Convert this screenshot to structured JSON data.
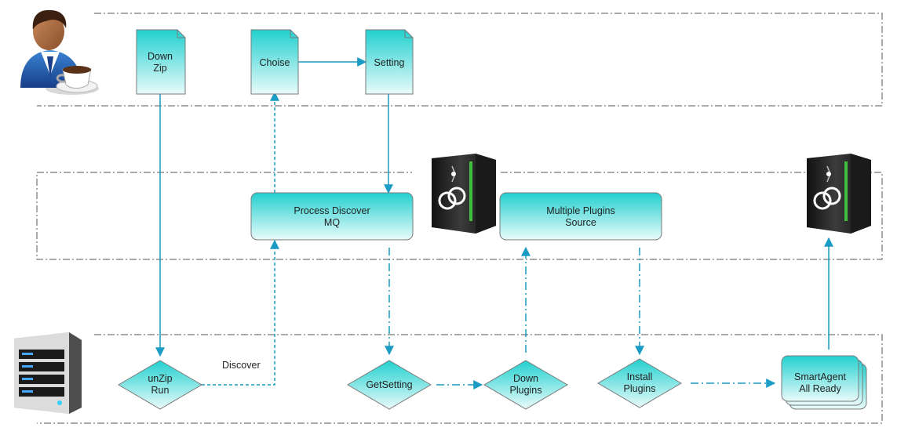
{
  "colors": {
    "accent": "#1a9cc4",
    "shape_top": "#22d0cf",
    "shape_bottom": "#e9fbfa",
    "lane_border": "#555555"
  },
  "actors": {
    "user_icon": "person-with-coffee-icon",
    "client_server_icon": "server-tower-icon",
    "cloud_server_icon": "cloud-server-rack-icon"
  },
  "nodes": {
    "down_zip": "Down\nZip",
    "choise": "Choise",
    "setting": "Setting",
    "process_discover": "Process Discover\nMQ",
    "multiple_plugins": "Multiple Plugins\nSource",
    "unzip_run": "unZip\nRun",
    "get_setting": "GetSetting",
    "down_plugins": "Down\nPlugins",
    "install_plugins": "Install\nPlugins",
    "smartagent": "SmartAgent\nAll Ready"
  },
  "edge_labels": {
    "discover": "Discover"
  }
}
